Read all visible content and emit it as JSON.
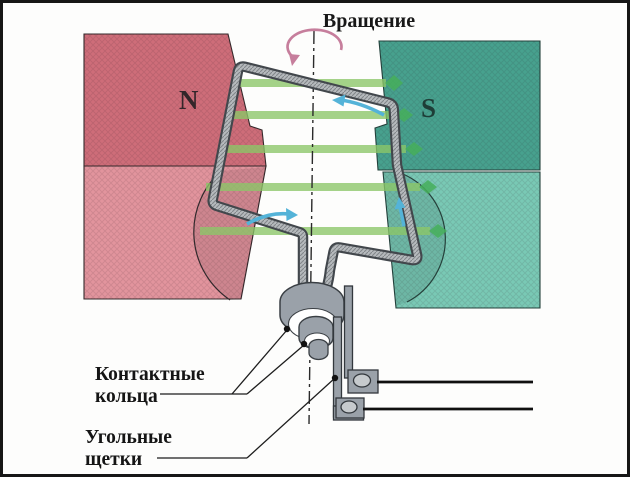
{
  "diagram": {
    "rotation_label": "Вращение",
    "pole_left": "N",
    "pole_right": "S",
    "slip_rings_label_line1": "Контактные",
    "slip_rings_label_line2": "кольца",
    "brushes_label_line1": "Угольные",
    "brushes_label_line2": "щетки"
  },
  "colors": {
    "magnet_n_dark": "#ce6d79",
    "magnet_n_light": "#e2949d",
    "magnet_s_dark": "#47a18e",
    "magnet_s_light": "#79c9b5",
    "field_line": "#8cc768",
    "field_arrow": "#46af5b",
    "coil_outline": "#42474c",
    "coil_fill": "#b6babd",
    "metal_gray": "#9aa1a9",
    "metal_light": "#c6cacd",
    "blue_arrow": "#54b3d8",
    "rotation_arrow": "#c67e9c",
    "ink": "#1c1c1c",
    "wire_black": "#101010",
    "frame": "#161616"
  }
}
